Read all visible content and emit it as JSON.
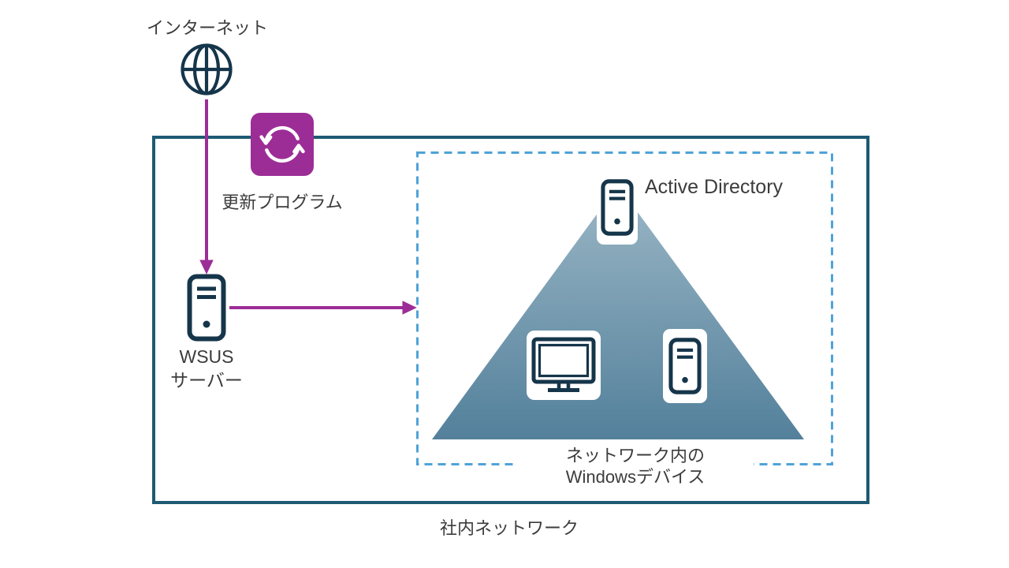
{
  "labels": {
    "internet": "インターネット",
    "update_program": "更新プログラム",
    "wsus_line1": "WSUS",
    "wsus_line2": "サーバー",
    "active_directory": "Active Directory",
    "devices_line1": "ネットワーク内の",
    "devices_line2": "Windowsデバイス",
    "internal_network": "社内ネットワーク"
  },
  "icons": {
    "internet": "globe-icon",
    "updates": "sync-arrows-icon",
    "wsus": "server-icon",
    "active_directory": "server-icon",
    "workstation": "monitor-icon",
    "network_device": "server-icon"
  },
  "colors": {
    "purple": "#9C2D97",
    "navy_icon": "#15354A",
    "box_border": "#1E5A73",
    "dashed_border": "#4FA2D8",
    "triangle_top": "#9BB7C6",
    "triangle_bottom": "#53809B",
    "text": "#3C3C3C"
  }
}
